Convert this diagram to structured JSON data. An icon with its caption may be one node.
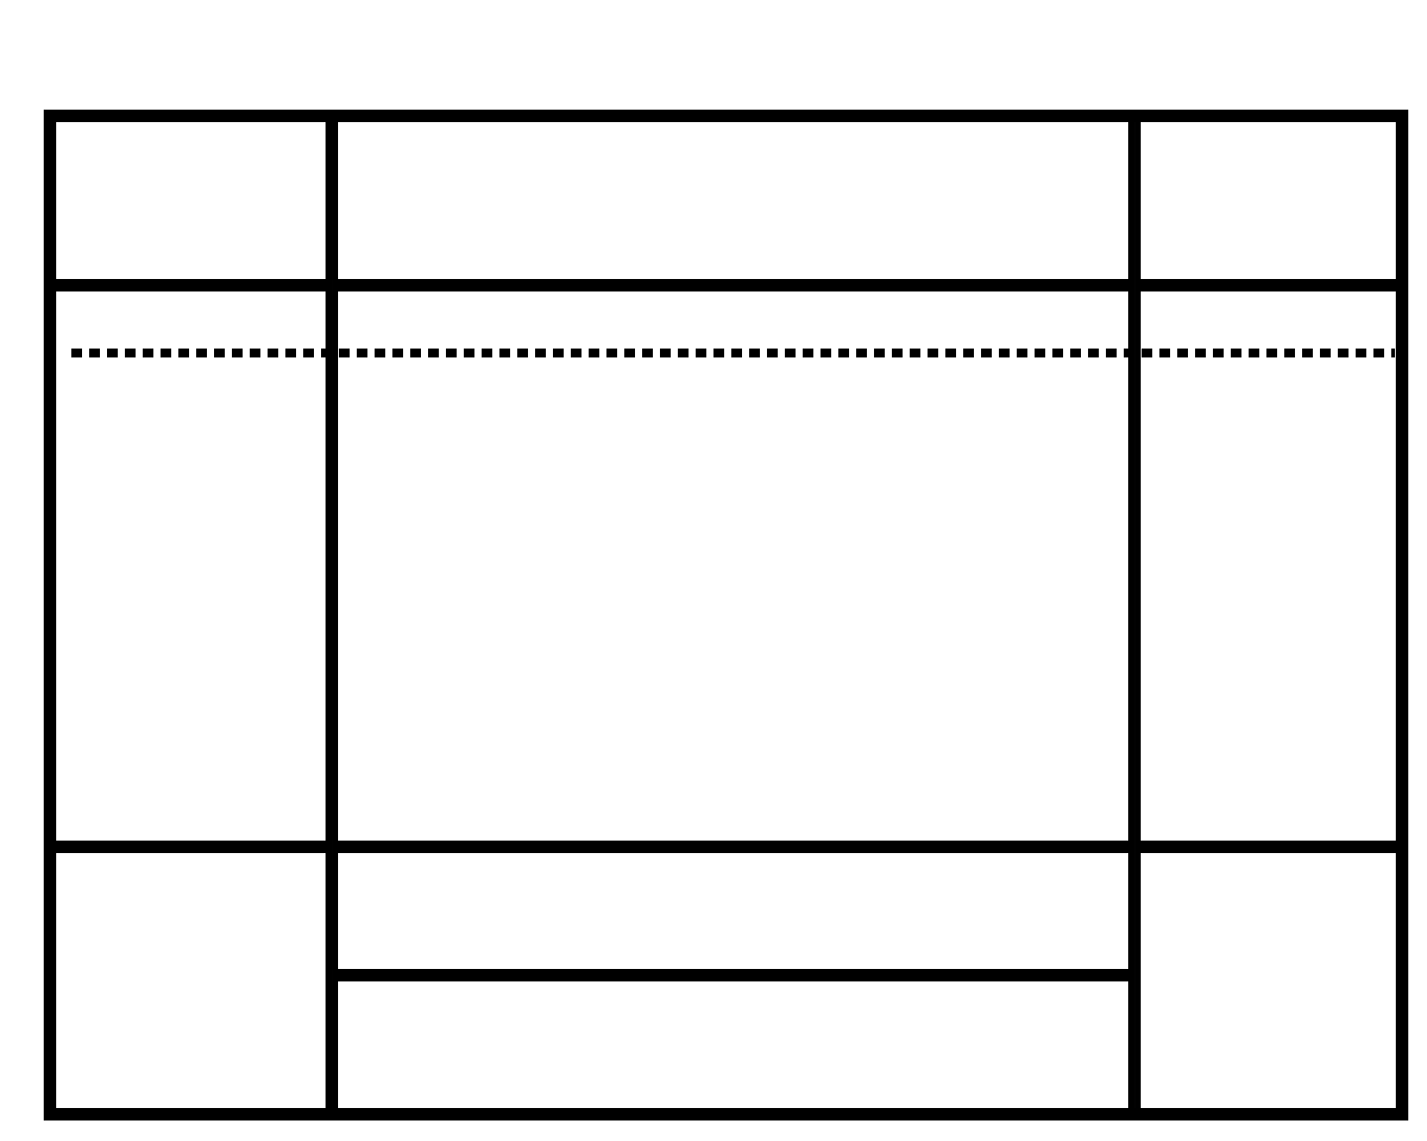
{
  "diagram": {
    "nodes": [
      {
        "text": [],
        "shape": "box"
      },
      {
        "text": [],
        "shape": "box"
      },
      {
        "text": [],
        "shape": "box"
      },
      {
        "text": [],
        "shape": "box"
      },
      {
        "text": [],
        "shape": "box"
      },
      {
        "text": [],
        "shape": "box"
      },
      {
        "text": [],
        "shape": "box"
      },
      {
        "text": [],
        "shape": "box"
      },
      {
        "text": [],
        "shape": "box"
      },
      {
        "text": [],
        "shape": "box"
      }
    ]
  }
}
